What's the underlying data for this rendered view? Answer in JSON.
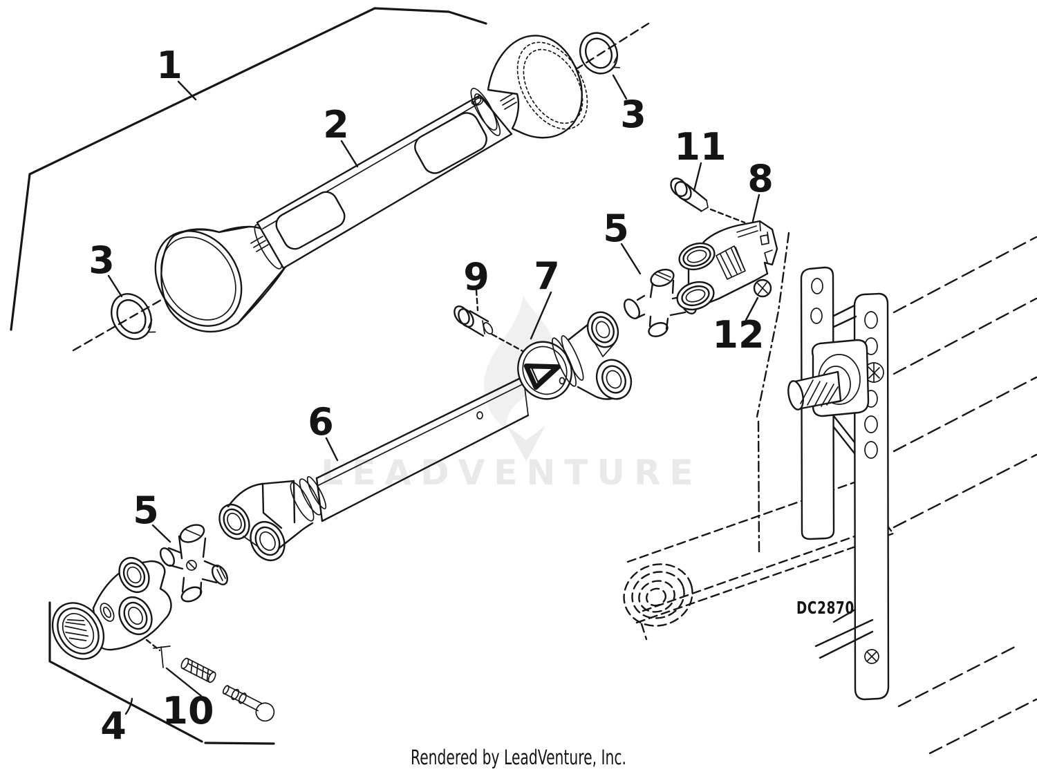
{
  "diagram": {
    "type": "exploded-parts-diagram",
    "callouts": [
      {
        "label": "1"
      },
      {
        "label": "2"
      },
      {
        "label": "3"
      },
      {
        "label": "3"
      },
      {
        "label": "4"
      },
      {
        "label": "5"
      },
      {
        "label": "5"
      },
      {
        "label": "6"
      },
      {
        "label": "7"
      },
      {
        "label": "8"
      },
      {
        "label": "9"
      },
      {
        "label": "10"
      },
      {
        "label": "11"
      },
      {
        "label": "12"
      }
    ],
    "part_code": "DC2870",
    "watermark_text": "LEADVENTURE",
    "footer": "Rendered by LeadVenture, Inc.",
    "colors": {
      "ink": "#161616",
      "background": "#ffffff",
      "watermark": "#e9e9e9",
      "flame": "#f0f0f0"
    }
  }
}
